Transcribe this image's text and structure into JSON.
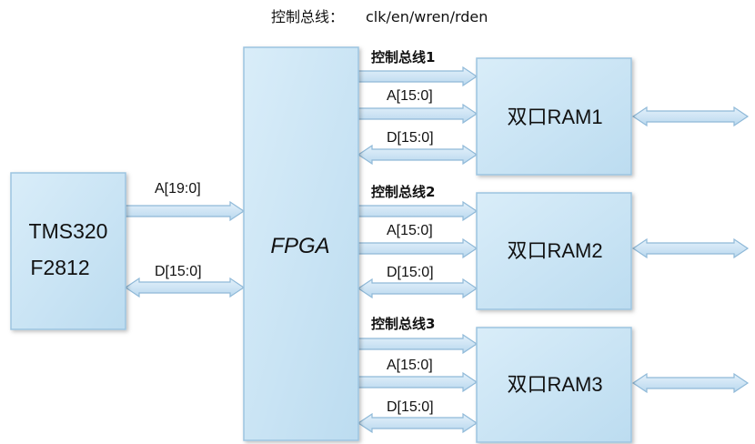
{
  "title": {
    "prefix": "控制总线：",
    "signals": "clk/en/wren/rden"
  },
  "colors": {
    "block_fill": "#cfe6f5",
    "block_stroke": "#9cc4e0",
    "arrow_fill": "#d2e7f6",
    "arrow_stroke": "#8fb9d8"
  },
  "blocks": {
    "dsp": {
      "line1": "TMS320",
      "line2": "F2812"
    },
    "fpga": {
      "label": "FPGA"
    },
    "rams": [
      {
        "label": "双口RAM1"
      },
      {
        "label": "双口RAM2"
      },
      {
        "label": "双口RAM3"
      }
    ]
  },
  "dsp_links": {
    "address": "A[19:0]",
    "data": "D[15:0]"
  },
  "ram_links": [
    {
      "control": "控制总线1",
      "address": "A[15:0]",
      "data": "D[15:0]"
    },
    {
      "control": "控制总线2",
      "address": "A[15:0]",
      "data": "D[15:0]"
    },
    {
      "control": "控制总线3",
      "address": "A[15:0]",
      "data": "D[15:0]"
    }
  ]
}
